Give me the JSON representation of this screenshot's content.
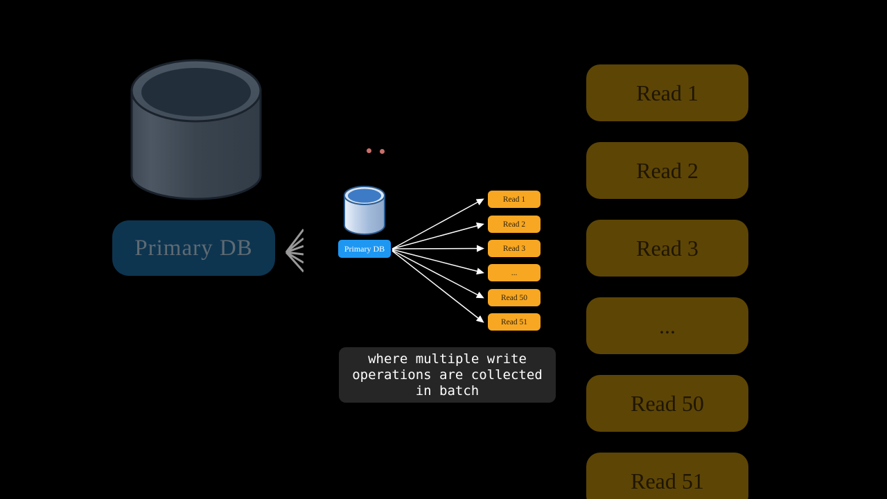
{
  "left_panel": {
    "database_label": "Primary DB"
  },
  "center_panel": {
    "database_label": "Primary DB",
    "read_boxes": [
      "Read 1",
      "Read 2",
      "Read 3",
      "...",
      "Read 50",
      "Read 51"
    ],
    "caption": {
      "text": "where multiple write operations are collected in batch",
      "lines": [
        "where multiple write",
        "operations are collected",
        "in batch"
      ]
    }
  },
  "right_panel": {
    "read_boxes": [
      "Read 1",
      "Read 2",
      "Read 3",
      "...",
      "Read 50",
      "Read 51"
    ]
  },
  "colors": {
    "background": "#000000",
    "accent_orange": "#f8a722",
    "dim_orange": "#5d4505",
    "accent_blue": "#1e97f2",
    "dim_navy": "#0d3550",
    "caption_bg": "#262626",
    "dot_salmon": "#c96f6a",
    "arrow_white": "#ffffff"
  }
}
